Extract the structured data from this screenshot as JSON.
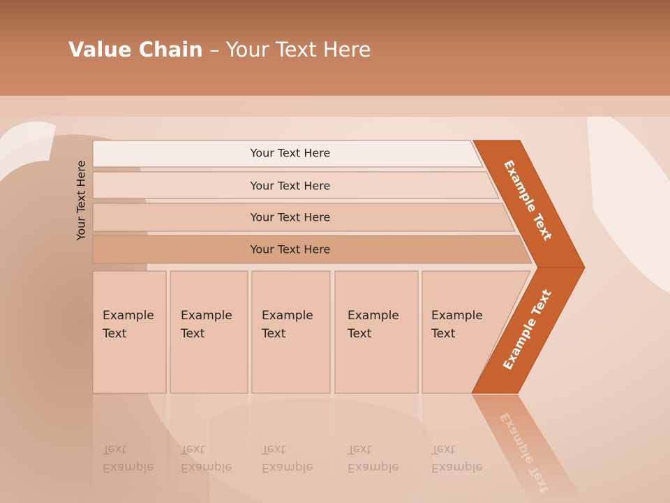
{
  "title": {
    "bold": "Value Chain",
    "rest": " – Your Text Here"
  },
  "side_label": "Your Text Here",
  "bars": [
    "Your Text Here",
    "Your Text Here",
    "Your Text Here",
    "Your Text Here"
  ],
  "boxes": [
    {
      "line1": "Example",
      "line2": "Text"
    },
    {
      "line1": "Example",
      "line2": "Text"
    },
    {
      "line1": "Example",
      "line2": "Text"
    },
    {
      "line1": "Example",
      "line2": "Text"
    },
    {
      "line1": "Example",
      "line2": "Text"
    }
  ],
  "chevron": {
    "upper": "Example Text",
    "lower": "Example Text"
  },
  "colors": {
    "accent": "#c8622f",
    "bar1": "#f7ebe5",
    "bar2": "#f1d6c8",
    "bar3": "#e9c2ad",
    "bar4": "#d9a483",
    "box": "#ebc2ae"
  }
}
